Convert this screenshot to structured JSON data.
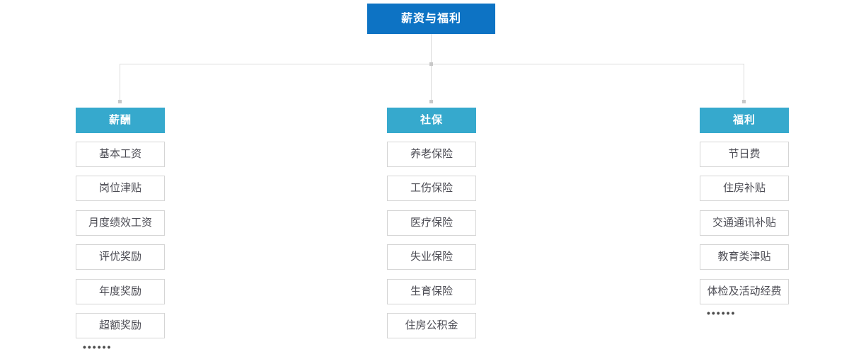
{
  "root": {
    "label": "薪资与福利"
  },
  "colors": {
    "root_bg": "#0d73c4",
    "branch_bg": "#36a9cd",
    "connector": "#dcdcdc",
    "item_border": "#d5d5d5",
    "item_text": "#4c4c54",
    "header_text": "#ffffff"
  },
  "branches": [
    {
      "label": "薪酬",
      "items": [
        "基本工资",
        "岗位津贴",
        "月度绩效工资",
        "评优奖励",
        "年度奖励",
        "超额奖励"
      ],
      "ellipsis": "••••••"
    },
    {
      "label": "社保",
      "items": [
        "养老保险",
        "工伤保险",
        "医疗保险",
        "失业保险",
        "生育保险",
        "住房公积金"
      ]
    },
    {
      "label": "福利",
      "items": [
        "节日费",
        "住房补贴",
        "交通通讯补贴",
        "教育类津贴",
        "体检及活动经费"
      ],
      "ellipsis": "••••••"
    }
  ]
}
